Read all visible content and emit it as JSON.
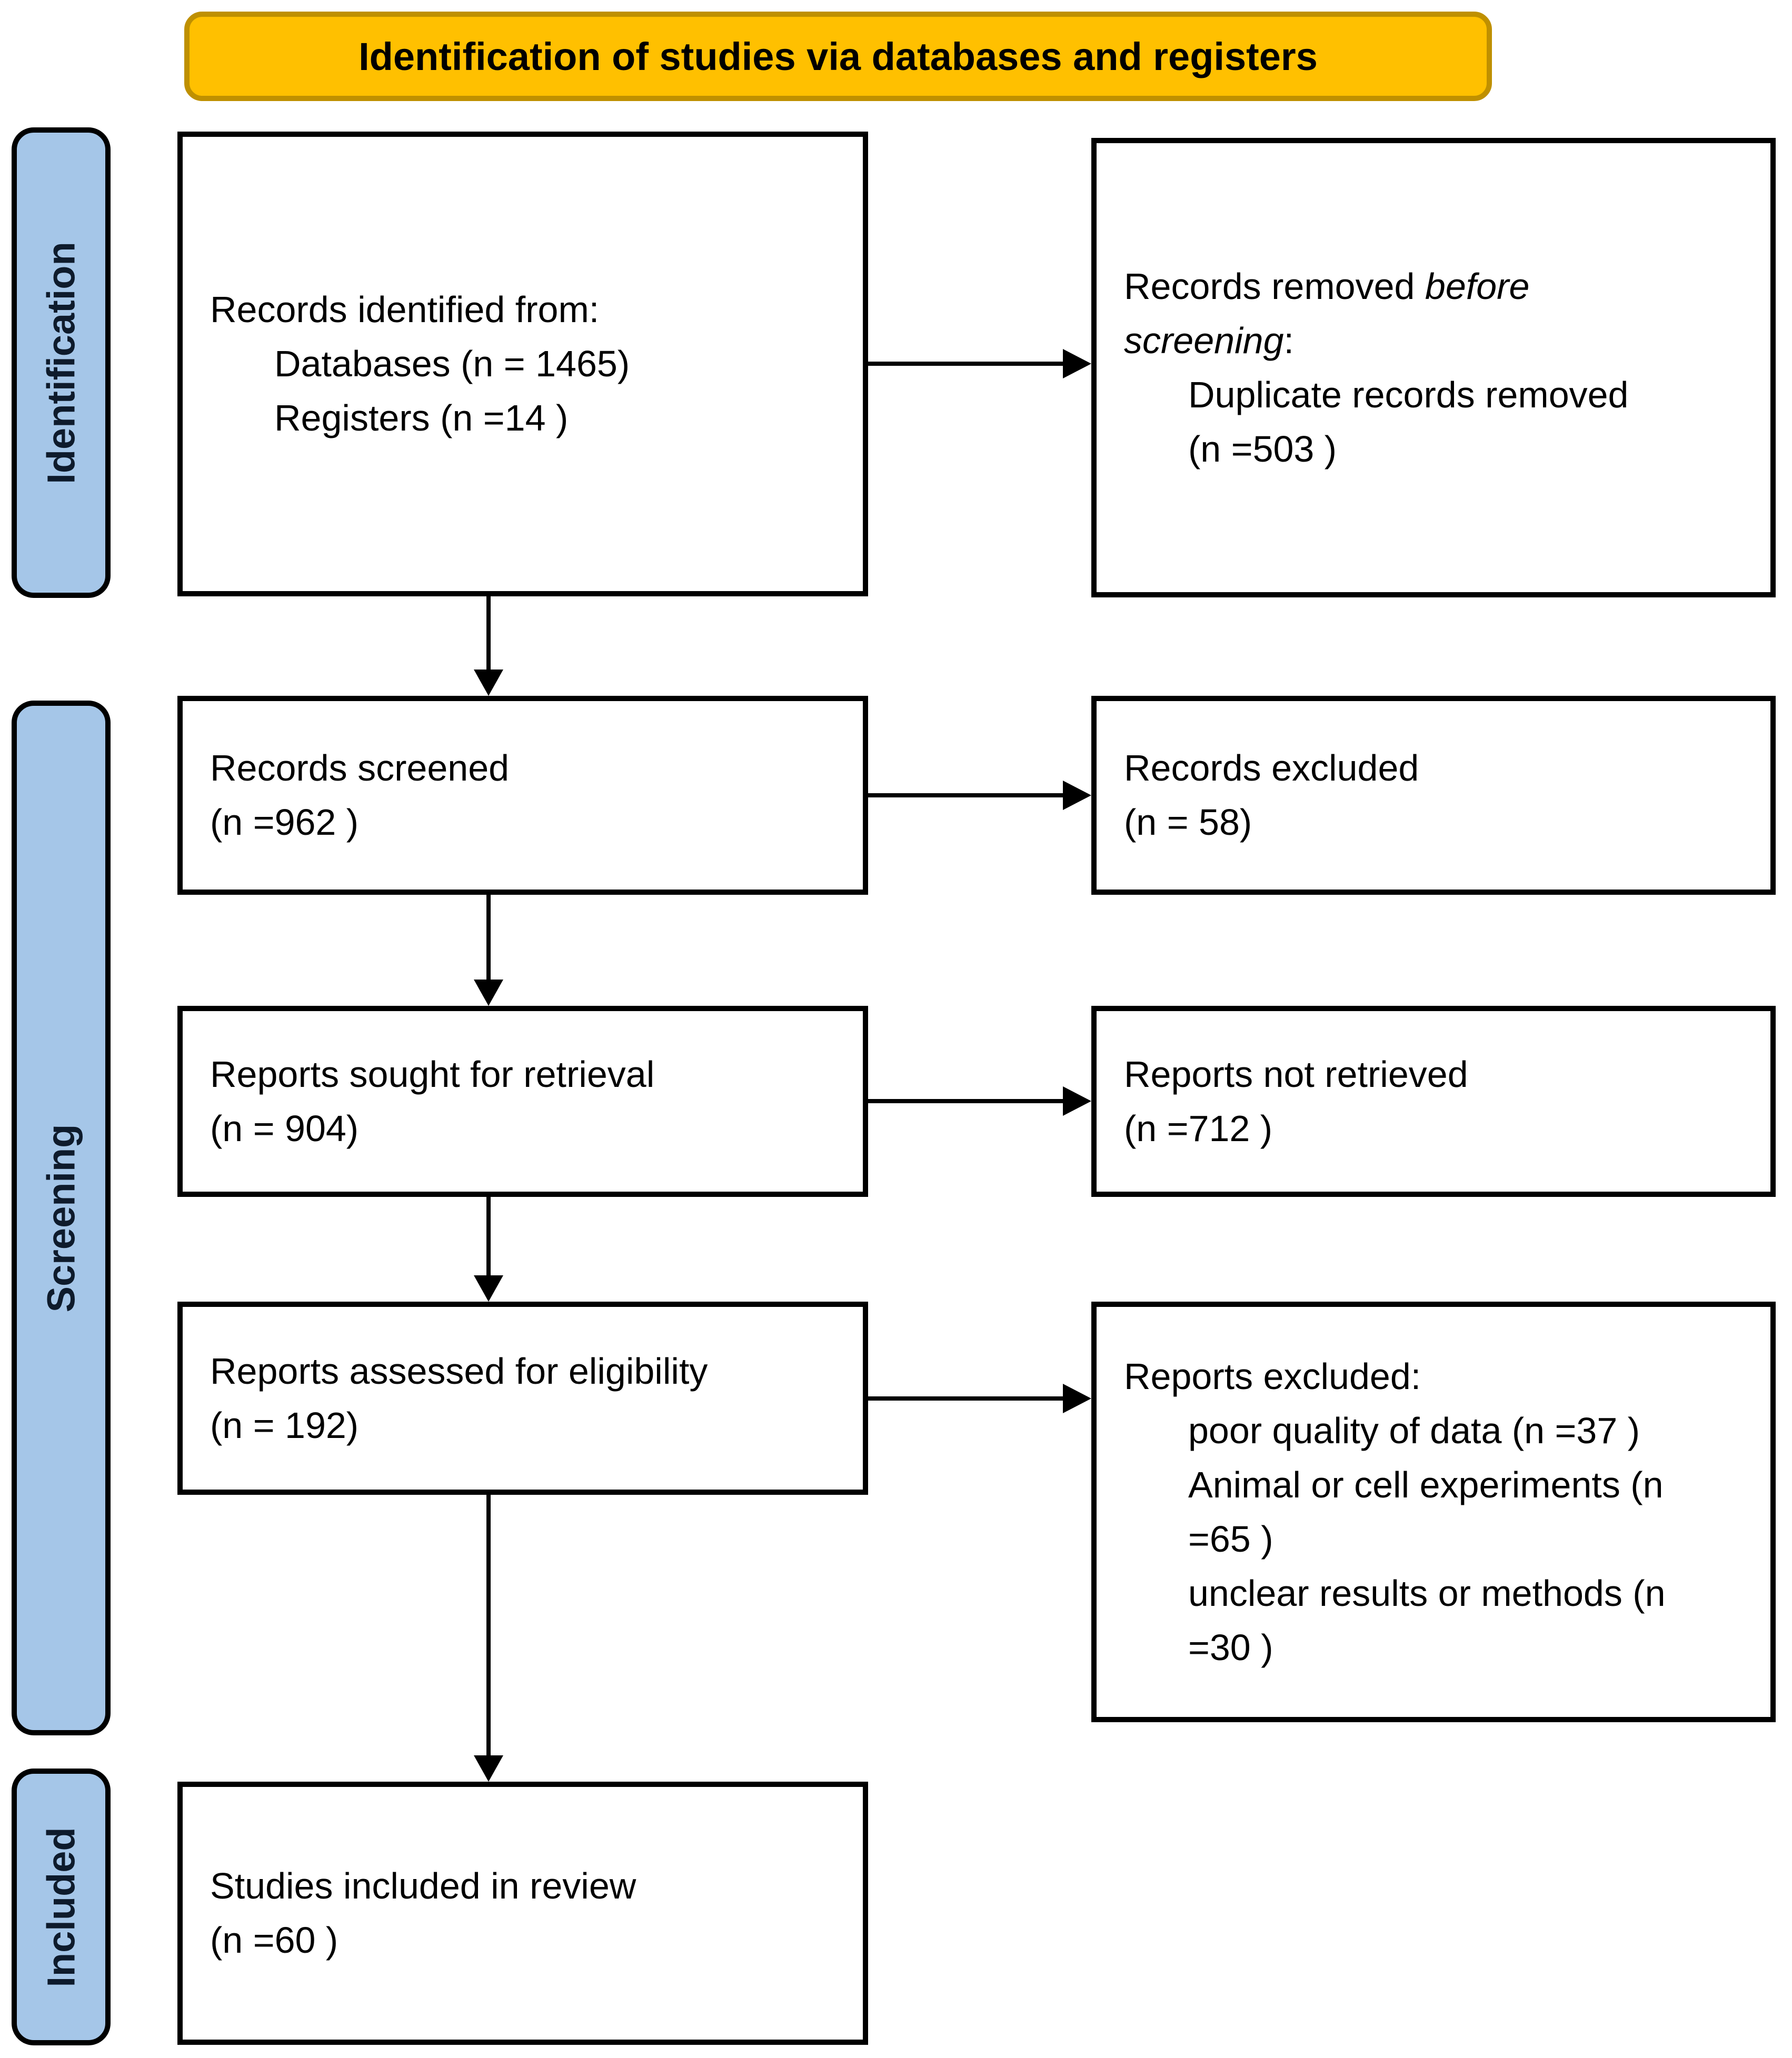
{
  "banner": {
    "title": "Identification of studies via databases and registers"
  },
  "sidebar": {
    "items": [
      {
        "label": "Identification"
      },
      {
        "label": "Screening"
      },
      {
        "label": "Included"
      }
    ]
  },
  "boxes": {
    "records_identified": {
      "lines": [
        "Records identified from:",
        "Databases (n = 1465)",
        "Registers (n =14 )"
      ]
    },
    "records_removed": {
      "line1_normal": "Records removed ",
      "line1_italic": "before",
      "line2_italic": "screening",
      "line2_suffix": ":",
      "detail_lines": [
        "Duplicate records removed",
        "(n =503 )"
      ]
    },
    "records_screened": {
      "lines": [
        "Records screened",
        "(n =962 )"
      ]
    },
    "records_excluded": {
      "lines": [
        "Records excluded",
        "(n = 58)"
      ]
    },
    "reports_sought": {
      "lines": [
        "Reports sought for retrieval",
        "(n = 904)"
      ]
    },
    "reports_not_retrieved": {
      "lines": [
        "Reports not retrieved",
        "(n =712 )"
      ]
    },
    "reports_assessed": {
      "lines": [
        "Reports assessed for eligibility",
        "(n = 192)"
      ]
    },
    "reports_excluded": {
      "lines": [
        "Reports excluded:",
        "poor quality of data (n =37 )",
        "Animal or cell experiments (n",
        "=65 )",
        "unclear results or methods (n",
        "=30 )"
      ]
    },
    "studies_included": {
      "lines": [
        "Studies included in review",
        "(n =60 )"
      ]
    }
  },
  "colors": {
    "banner_fill": "#FFC000",
    "banner_border": "#BF9000",
    "sidebar_fill": "#A5C6E8",
    "sidebar_text": "#0E1B2C",
    "box_border": "#000000",
    "arrow": "#000000"
  }
}
